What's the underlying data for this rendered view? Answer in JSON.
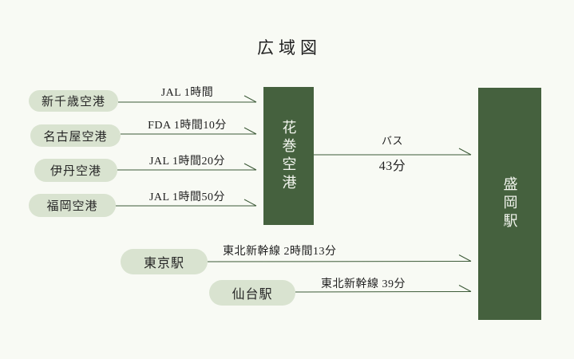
{
  "title": "広域図",
  "colors": {
    "bg": "#f8faf4",
    "pill": "#d9e3d0",
    "box": "#45613e",
    "line": "#3c5a37",
    "text": "#1f1f1f",
    "box_text": "#f2f5ee"
  },
  "hubs": {
    "hanamaki": {
      "label": "花巻空港"
    },
    "morioka": {
      "label": "盛岡駅"
    }
  },
  "origins": [
    {
      "label": "新千歳空港",
      "route": "JAL 1時間"
    },
    {
      "label": "名古屋空港",
      "route": "FDA 1時間10分"
    },
    {
      "label": "伊丹空港",
      "route": "JAL 1時間20分"
    },
    {
      "label": "福岡空港",
      "route": "JAL 1時間50分"
    }
  ],
  "transfer": {
    "mode": "バス",
    "duration": "43分"
  },
  "stations": [
    {
      "label": "東京駅",
      "route": "東北新幹線 2時間13分"
    },
    {
      "label": "仙台駅",
      "route": "東北新幹線 39分"
    }
  ]
}
